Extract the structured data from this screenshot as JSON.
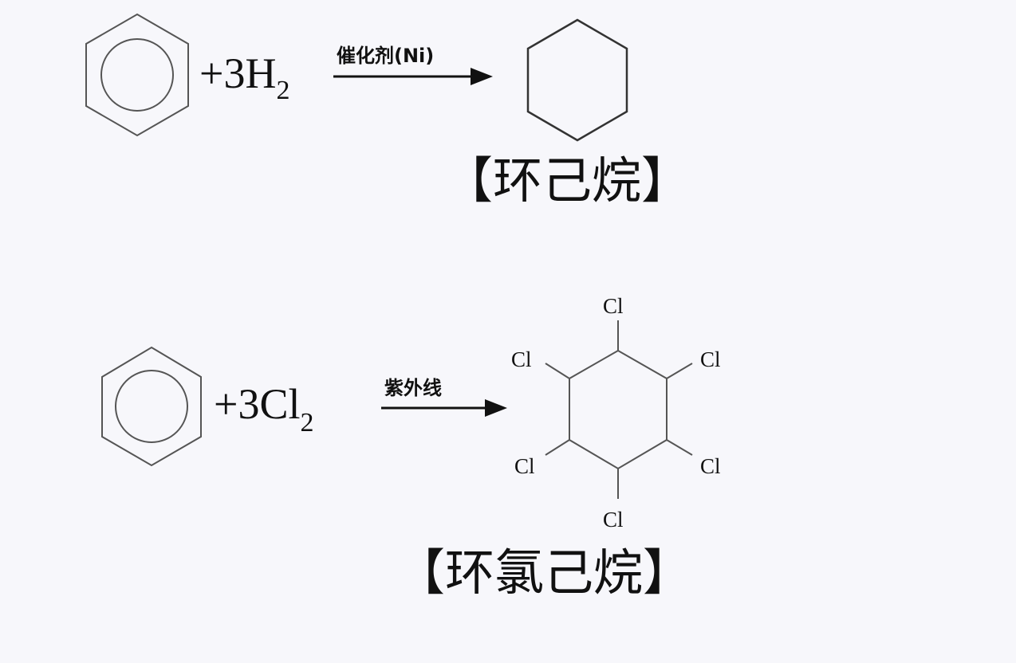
{
  "reaction1": {
    "reagent_prefix": "+3H",
    "reagent_subscript": "2",
    "condition": "催化剂(Ni)",
    "product_name": "【环己烷】"
  },
  "reaction2": {
    "reagent_prefix": "+3Cl",
    "reagent_subscript": "2",
    "condition": "紫外线",
    "substituent": "Cl",
    "product_name": "【环氯己烷】"
  },
  "colors": {
    "line": "#111111",
    "ring": "#666666",
    "background": "#f7f7fb"
  }
}
